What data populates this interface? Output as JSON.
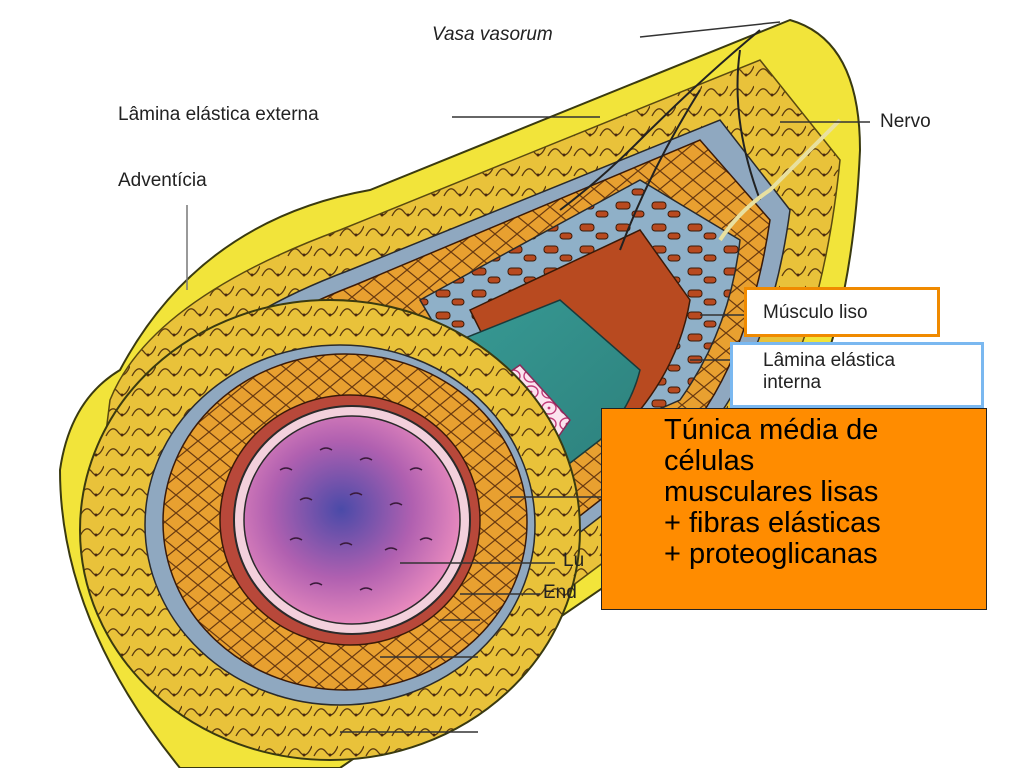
{
  "labels": {
    "vasa_vasorum": "Vasa vasorum",
    "lamina_elastica_externa": "Lâmina elástica externa",
    "adventicia": "Adventícia",
    "nervo": "Nervo",
    "musculo_liso": "Músculo liso",
    "lamina_elastica_interna_1": "Lâmina elástica",
    "lamina_elastica_interna_2": "interna",
    "luz_partial": "Lu",
    "endotelio_partial": "End"
  },
  "callout": {
    "lines": [
      "Túnica média de",
      "células",
      "musculares lisas",
      "+ fibras elásticas",
      "+ proteoglicanas"
    ]
  },
  "colors": {
    "callout_bg": "#ff8c00",
    "musculo_box_border": "#f08a00",
    "lamina_box_border": "#7ab8f0",
    "adventitia": "#f2e43a",
    "media": "#e0a020",
    "intima_teal": "#2e8f8a",
    "lumen": "#c06ab0"
  }
}
